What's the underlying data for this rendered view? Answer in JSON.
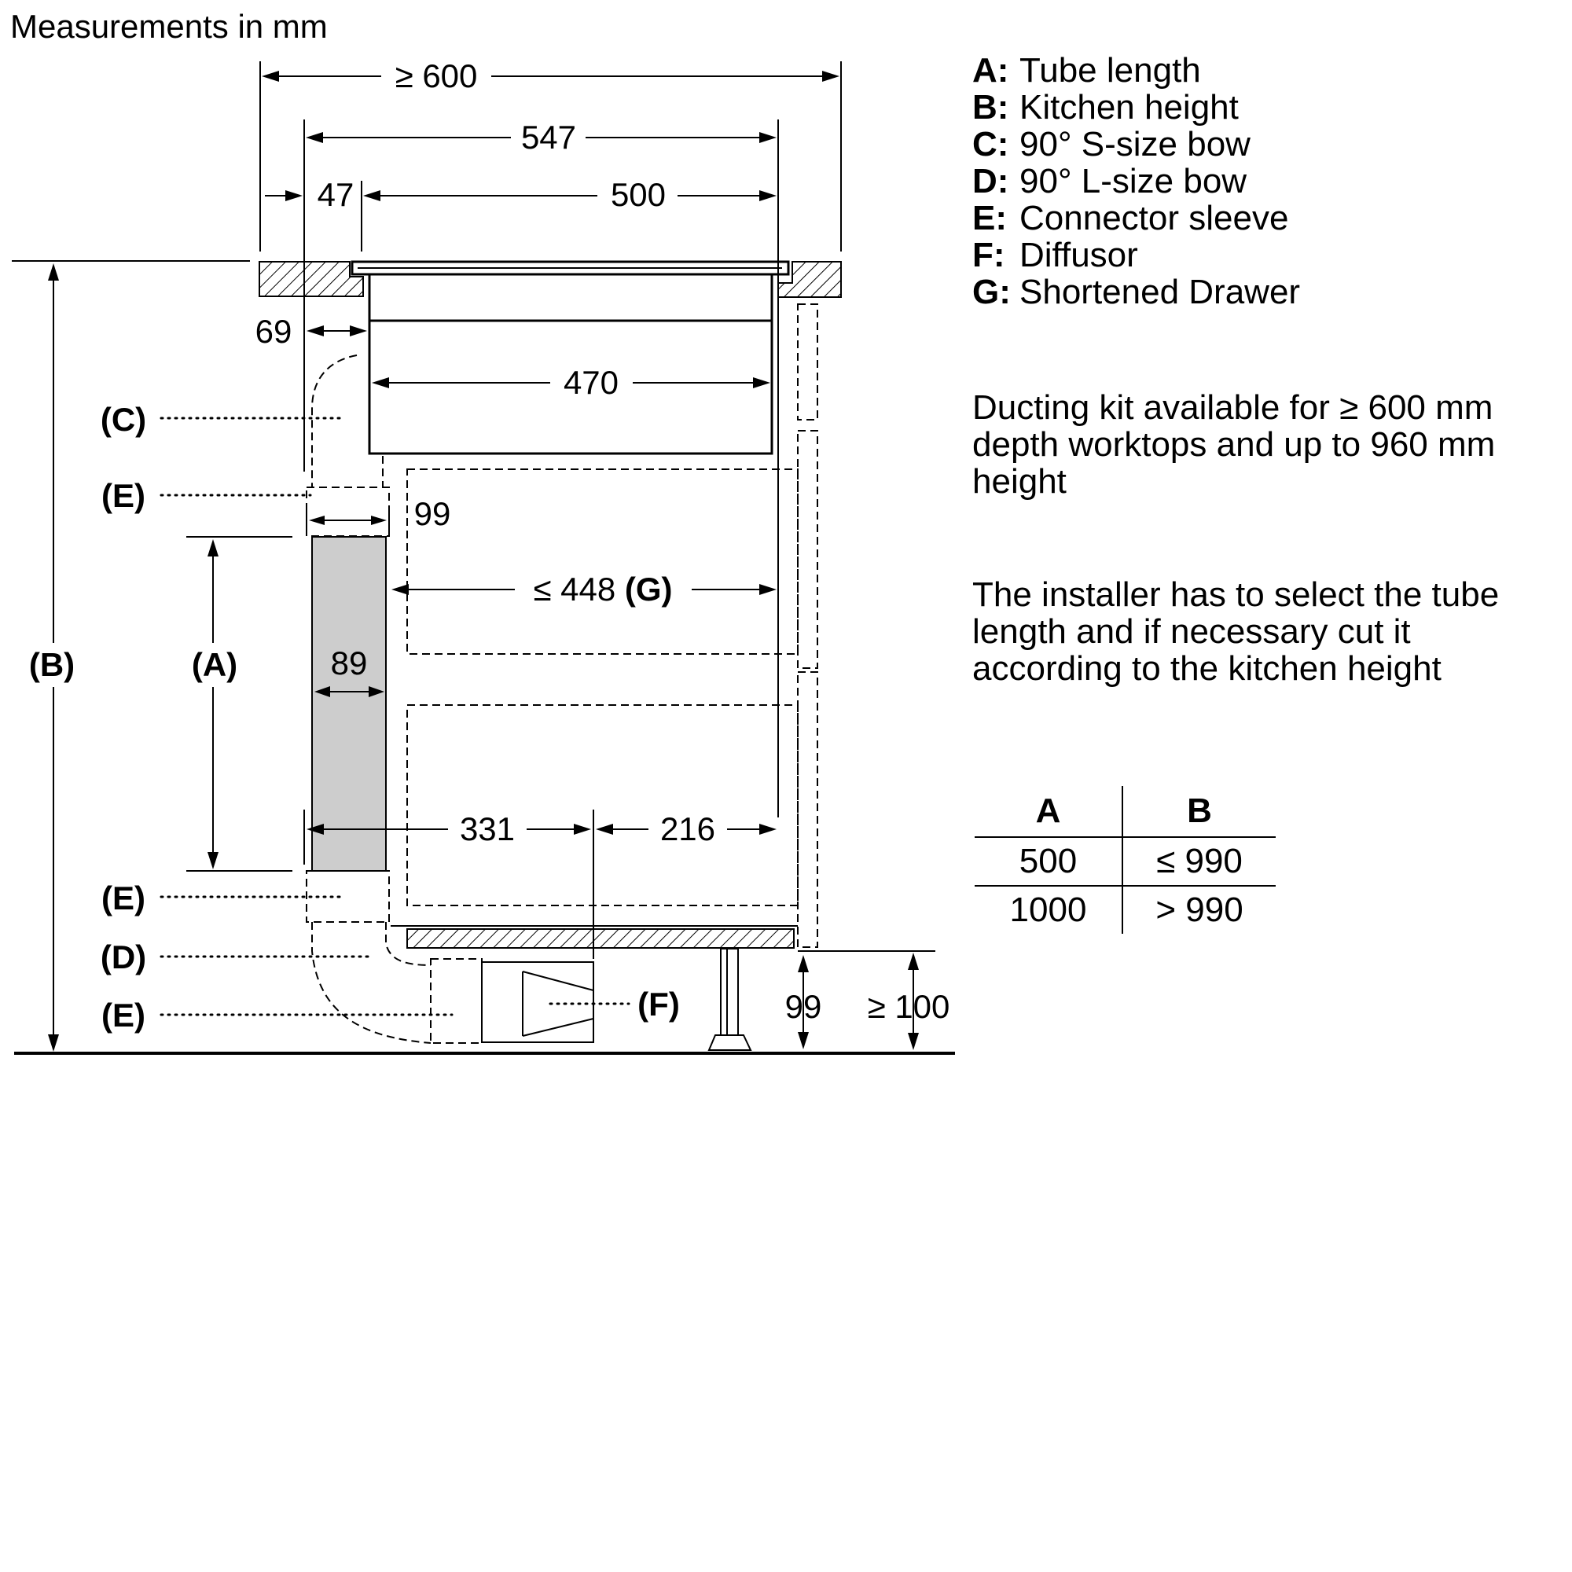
{
  "title": "Measurements in mm",
  "dimensions": {
    "outer_width": "≥ 600",
    "width_547": "547",
    "offset_47": "47",
    "width_500": "500",
    "offset_69": "69",
    "width_470": "470",
    "depth_99_top": "99",
    "drawer_448": "≤ 448",
    "drawer_tag": "(G)",
    "tube_89": "89",
    "dist_331": "331",
    "dist_216": "216",
    "plinth_99": "99",
    "plinth_100": "≥ 100"
  },
  "tags": {
    "c": "(C)",
    "e1": "(E)",
    "a": "(A)",
    "b": "(B)",
    "e2": "(E)",
    "d": "(D)",
    "e3": "(E)",
    "f": "(F)"
  },
  "legend": [
    {
      "key": "A:",
      "text": "Tube length"
    },
    {
      "key": "B:",
      "text": "Kitchen height"
    },
    {
      "key": "C:",
      "text": "90° S-size bow"
    },
    {
      "key": "D:",
      "text": "90° L-size bow"
    },
    {
      "key": "E:",
      "text": "Connector sleeve"
    },
    {
      "key": "F:",
      "text": "Diffusor"
    },
    {
      "key": "G:",
      "text": "Shortened Drawer"
    }
  ],
  "notes": {
    "ducting": "Ducting kit available for ≥ 600 mm depth worktops and up to 960 mm height",
    "installer": "The installer has to select the tube length and if necessary cut it according to the kitchen height"
  },
  "table": {
    "headers": [
      "A",
      "B"
    ],
    "rows": [
      [
        "500",
        "≤ 990"
      ],
      [
        "1000",
        "> 990"
      ]
    ]
  }
}
